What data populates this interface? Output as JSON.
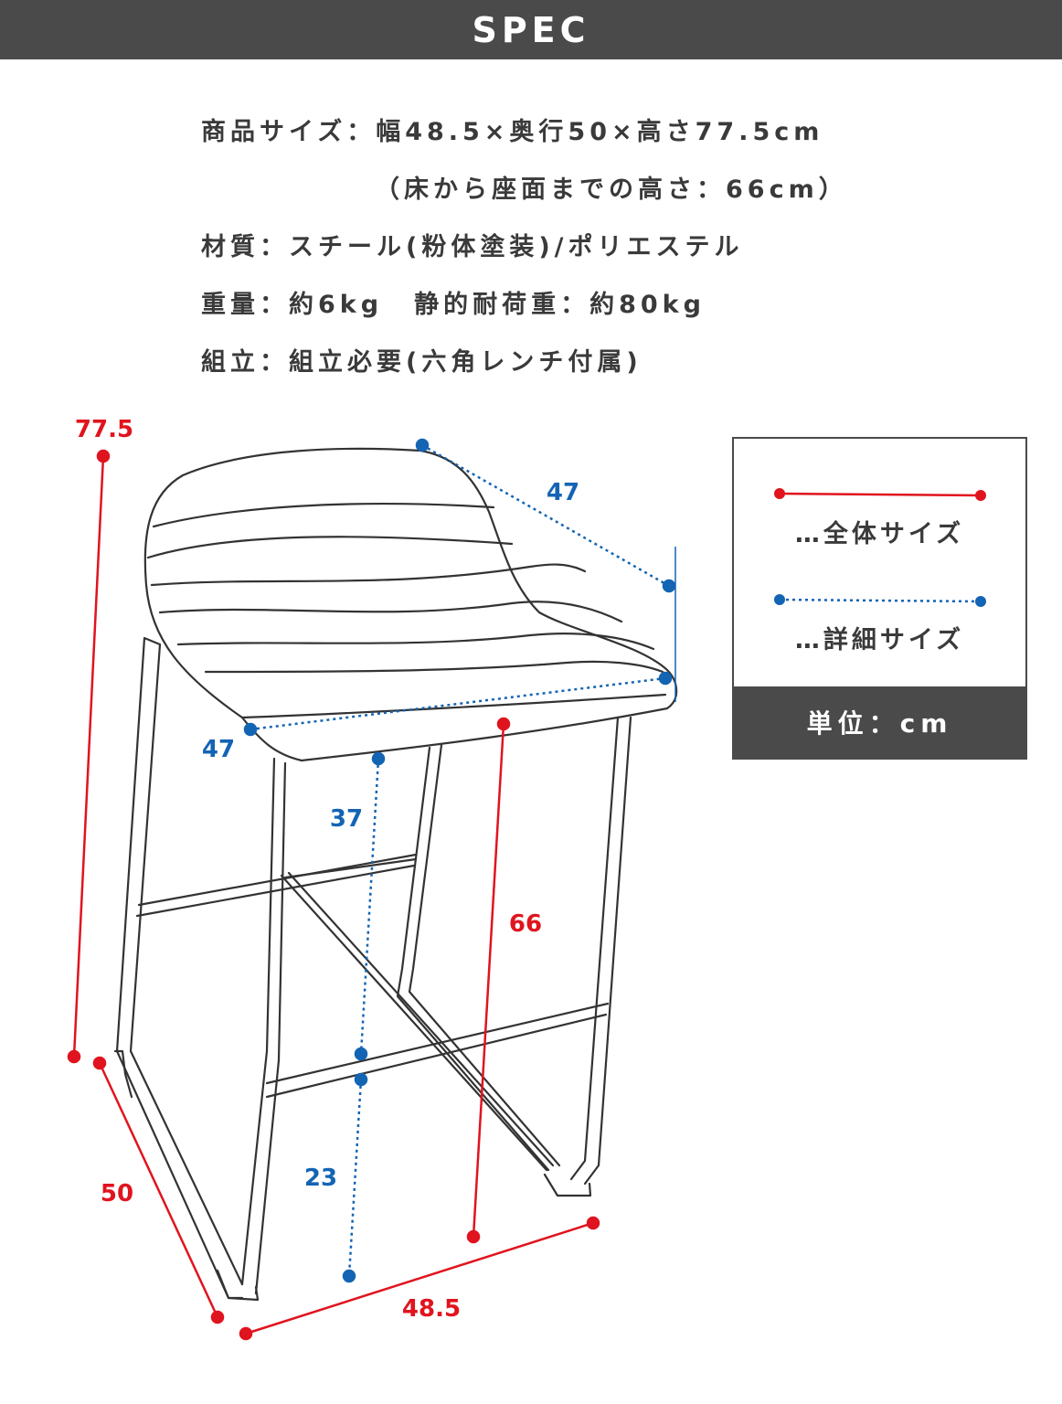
{
  "header": {
    "title": "SPEC"
  },
  "spec": {
    "size_line": "商品サイズ：幅48.5×奥行50×高さ77.5cm",
    "seat_height_line": "（床から座面までの高さ：66cm）",
    "material_line": "材質：スチール(粉体塗装)/ポリエステル",
    "weight_line": "重量：約6kg",
    "load_line": "静的耐荷重：約80kg",
    "assembly_line": "組立：組立必要(六角レンチ付属)"
  },
  "dimensions": {
    "total_height": "77.5",
    "seat_back_depth": "47",
    "seat_width": "47",
    "seat_to_bar": "37",
    "seat_height": "66",
    "bar_height": "23",
    "depth": "50",
    "width": "48.5"
  },
  "legend": {
    "overall_label": "…全体サイズ",
    "detail_label": "…詳細サイズ",
    "unit_label": "単位：cm"
  },
  "colors": {
    "overall": "#e0141e",
    "detail": "#1464b4",
    "header": "#4a4a4a"
  }
}
